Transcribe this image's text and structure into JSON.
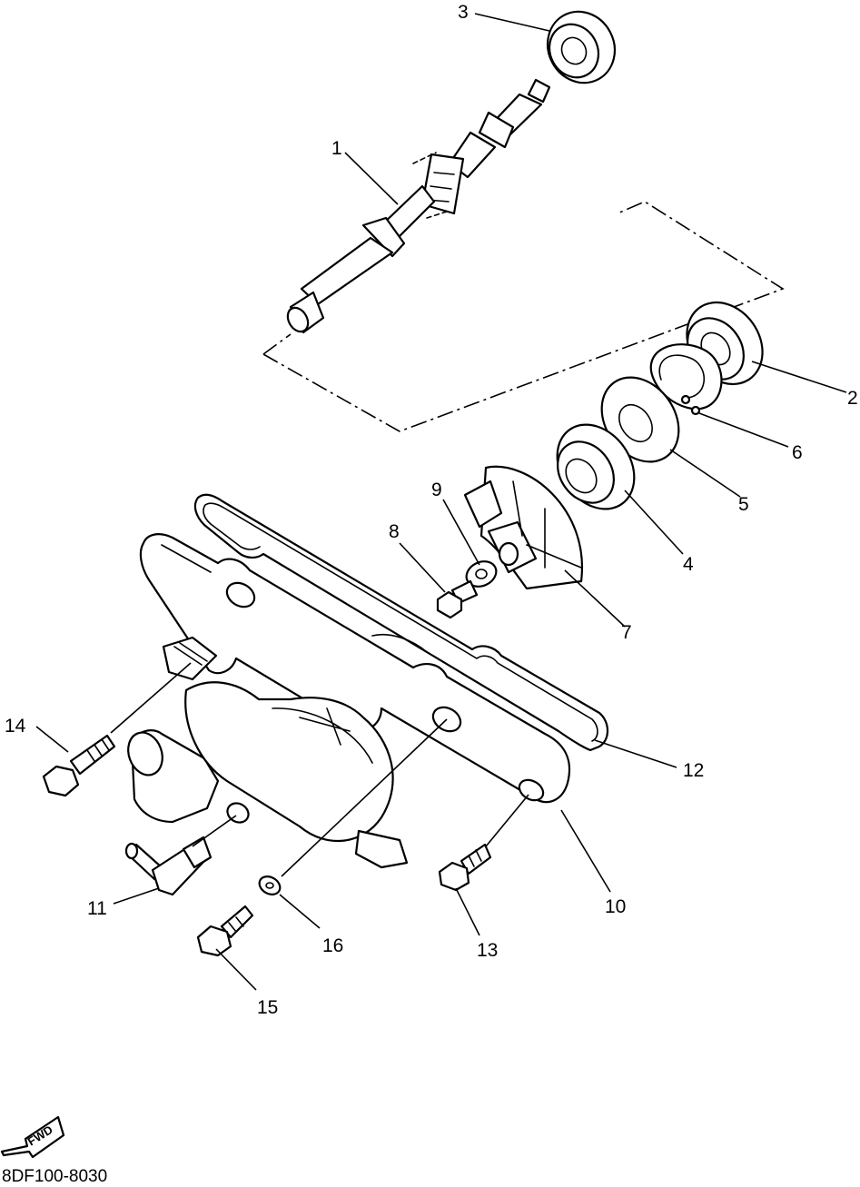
{
  "diagram_code": "8DF100-8030",
  "fwd_label": "FWD",
  "callouts": [
    {
      "id": "1",
      "label": "1"
    },
    {
      "id": "2",
      "label": "2"
    },
    {
      "id": "3",
      "label": "3"
    },
    {
      "id": "4",
      "label": "4"
    },
    {
      "id": "5",
      "label": "5"
    },
    {
      "id": "6",
      "label": "6"
    },
    {
      "id": "7",
      "label": "7"
    },
    {
      "id": "8",
      "label": "8"
    },
    {
      "id": "9",
      "label": "9"
    },
    {
      "id": "10",
      "label": "10"
    },
    {
      "id": "11",
      "label": "11"
    },
    {
      "id": "12",
      "label": "12"
    },
    {
      "id": "13",
      "label": "13"
    },
    {
      "id": "14",
      "label": "14"
    },
    {
      "id": "15",
      "label": "15"
    },
    {
      "id": "16",
      "label": "16"
    }
  ]
}
